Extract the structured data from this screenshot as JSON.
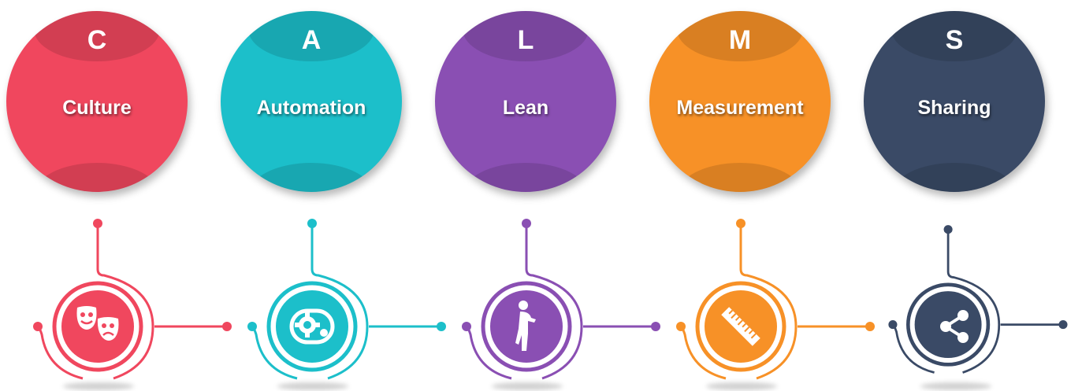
{
  "pillars": [
    {
      "letter": "C",
      "word": "Culture",
      "icon": "theater-masks-icon",
      "color": "#f0475e",
      "shade": "#d13a50"
    },
    {
      "letter": "A",
      "word": "Automation",
      "icon": "gear-conveyor-icon",
      "color": "#1cbfca",
      "shade": "#17a5ad"
    },
    {
      "letter": "L",
      "word": "Lean",
      "icon": "person-lean-icon",
      "color": "#8a4fb3",
      "shade": "#763e9c"
    },
    {
      "letter": "M",
      "word": "Measurement",
      "icon": "ruler-icon",
      "color": "#f79127",
      "shade": "#e07d18"
    },
    {
      "letter": "S",
      "word": "Sharing",
      "icon": "share-icon",
      "color": "#3a4a66",
      "shade": "#2c3a52"
    }
  ]
}
